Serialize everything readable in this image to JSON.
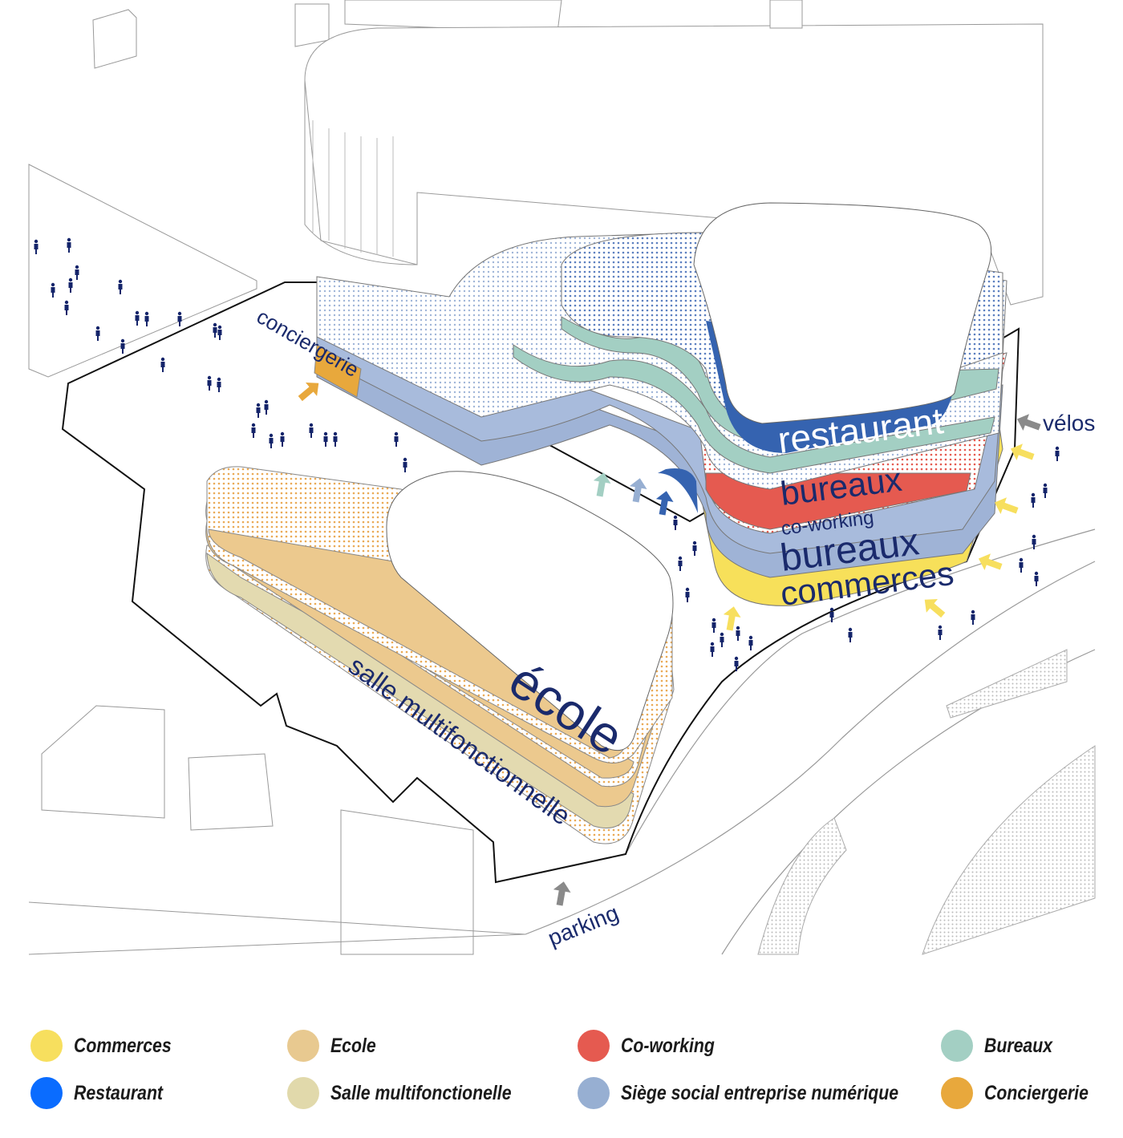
{
  "diagram": {
    "labels": {
      "conciergerie": "conciergerie",
      "velos": "vélos",
      "parking": "parking",
      "ecole": "école",
      "salle": "salle multifonctionnelle",
      "restaurant": "restaurant",
      "bureaux_top": "bureaux",
      "coworking": "co-working",
      "bureaux_bottom": "bureaux",
      "commerces": "commerces"
    }
  },
  "legend": [
    {
      "label": "Commerces",
      "color": "#f7df5e"
    },
    {
      "label": "Ecole",
      "color": "#e8c990"
    },
    {
      "label": "Co-working",
      "color": "#e55a50"
    },
    {
      "label": "Bureaux",
      "color": "#a3cfc3"
    },
    {
      "label": "Restaurant",
      "color": "#0a6cff"
    },
    {
      "label": "Salle multifonctionelle",
      "color": "#e1d9ab"
    },
    {
      "label": "Siège social entreprise numérique",
      "color": "#97afd2"
    },
    {
      "label": "Conciergerie",
      "color": "#e8a83c"
    }
  ]
}
